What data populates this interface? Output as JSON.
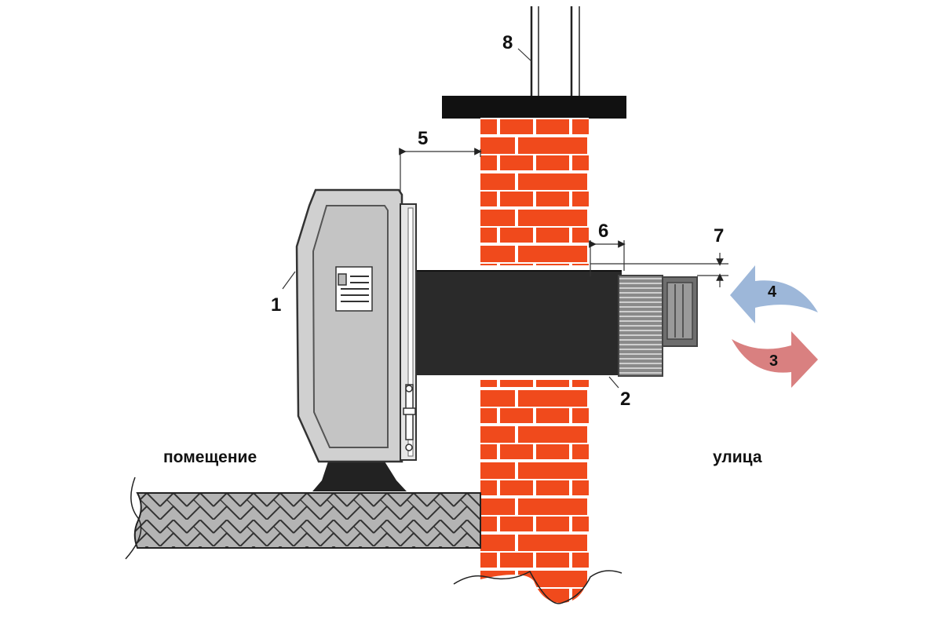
{
  "callouts": {
    "unit": "1",
    "duct": "2",
    "outflow": "3",
    "inflow": "4",
    "unit_wall_gap": "5",
    "duct_protrusion": "6",
    "slope": "7",
    "pipe": "8"
  },
  "zones": {
    "indoor": "помещение",
    "outdoor": "улица"
  },
  "colors": {
    "brick": "#f04a1c",
    "mortar": "#ffffff",
    "duct": "#2a2a2a",
    "unit_body": "#d0d0d0",
    "floor": "#b4b4b4",
    "inflow_arrow": "#9db7d9",
    "outflow_arrow": "#d98080"
  },
  "icons": {
    "arrow_in": "curved-arrow-left",
    "arrow_out": "curved-arrow-right"
  }
}
